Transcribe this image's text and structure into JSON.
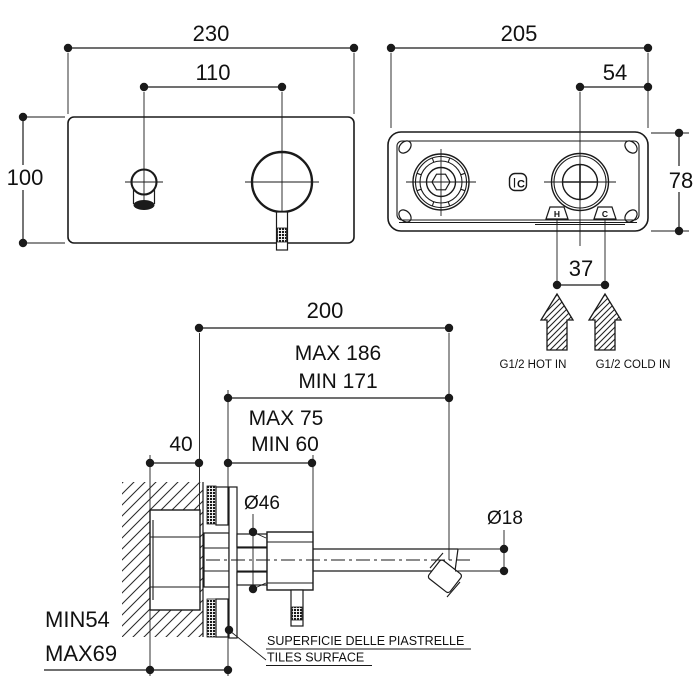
{
  "drawing": {
    "front_view": {
      "dim_width": "230",
      "dim_hole_spacing": "110",
      "dim_height": "100"
    },
    "box_view": {
      "dim_width": "205",
      "dim_valve_offset": "54",
      "dim_height": "78",
      "dim_inlet_spacing": "37",
      "hot_inlet_label": "G1/2 HOT IN",
      "cold_inlet_label": "G1/2 COLD IN",
      "hot_marker": "H",
      "cold_marker": "C",
      "logo_letter": "C"
    },
    "side_view": {
      "dim_reach": "200",
      "dim_reach_max": "MAX 186",
      "dim_reach_min": "MIN 171",
      "dim_body_max": "MAX 75",
      "dim_body_min": "MIN 60",
      "dim_wall_thickness": "40",
      "dim_flange_diameter": "Ø46",
      "dim_spout_diameter": "Ø18",
      "dim_depth_min": "MIN54",
      "dim_depth_max": "MAX69",
      "tiles_surface_it": "SUPERFICIE DELLE PIASTRELLE",
      "tiles_surface_en": "TILES SURFACE"
    }
  },
  "colors": {
    "line": "#1a1a1a",
    "background": "#ffffff"
  }
}
